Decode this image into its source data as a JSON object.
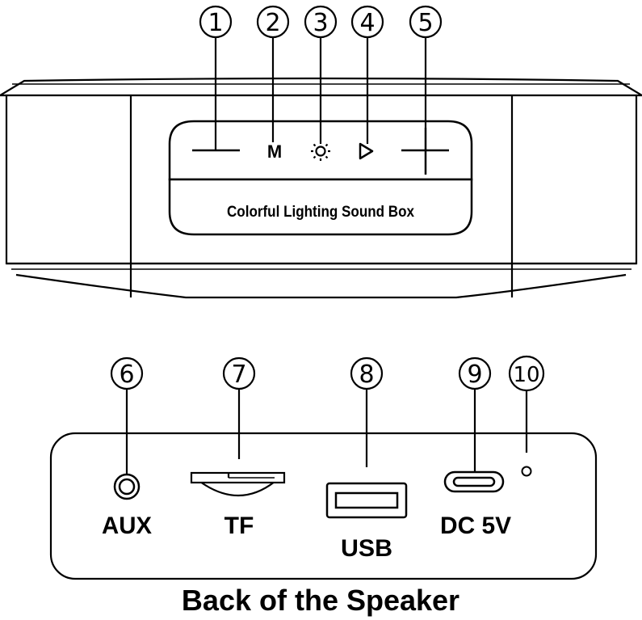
{
  "callouts_front": [
    "1",
    "2",
    "3",
    "4",
    "5"
  ],
  "callouts_back": [
    "6",
    "7",
    "8",
    "9",
    "10"
  ],
  "panel": {
    "mode_glyph": "M",
    "product_name": "Colorful Lighting Sound Box"
  },
  "ports": {
    "aux": "AUX",
    "tf": "TF",
    "usb": "USB",
    "dc": "DC 5V"
  },
  "caption": "Back of the Speaker",
  "colors": {
    "line": "#000000",
    "background": "#ffffff"
  }
}
